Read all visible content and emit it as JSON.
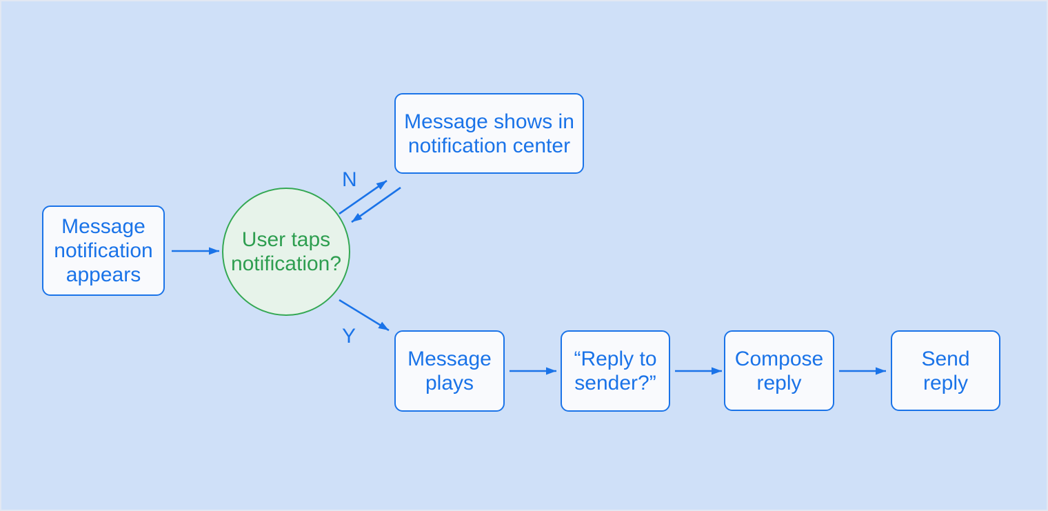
{
  "diagram": {
    "type": "flowchart",
    "nodes": [
      {
        "id": "message-notification-appears",
        "shape": "rounded-rectangle",
        "label": "Message\nnotification\nappears"
      },
      {
        "id": "user-taps-notification",
        "shape": "circle",
        "label": "User taps\nnotification?"
      },
      {
        "id": "message-shows-in-notification-center",
        "shape": "rounded-rectangle",
        "label": "Message shows in\nnotification center"
      },
      {
        "id": "message-plays",
        "shape": "rounded-rectangle",
        "label": "Message\nplays"
      },
      {
        "id": "reply-to-sender",
        "shape": "rounded-rectangle",
        "label": "“Reply to\nsender?”"
      },
      {
        "id": "compose-reply",
        "shape": "rounded-rectangle",
        "label": "Compose\nreply"
      },
      {
        "id": "send-reply",
        "shape": "rounded-rectangle",
        "label": "Send\nreply"
      }
    ],
    "edges": [
      {
        "from": "message-notification-appears",
        "to": "user-taps-notification",
        "label": ""
      },
      {
        "from": "user-taps-notification",
        "to": "message-shows-in-notification-center",
        "label": "N"
      },
      {
        "from": "message-shows-in-notification-center",
        "to": "user-taps-notification",
        "label": ""
      },
      {
        "from": "user-taps-notification",
        "to": "message-plays",
        "label": "Y"
      },
      {
        "from": "message-plays",
        "to": "reply-to-sender",
        "label": ""
      },
      {
        "from": "reply-to-sender",
        "to": "compose-reply",
        "label": ""
      },
      {
        "from": "compose-reply",
        "to": "send-reply",
        "label": ""
      }
    ],
    "colors": {
      "background": "#cfe0f8",
      "node_fill": "#f9fafd",
      "node_border": "#1a73e8",
      "node_text": "#1a73e8",
      "decision_fill": "#e7f3ea",
      "decision_border": "#34a853",
      "decision_text": "#2e9e50",
      "arrow": "#1a73e8",
      "edge_label_text": "#1a73e8"
    }
  }
}
